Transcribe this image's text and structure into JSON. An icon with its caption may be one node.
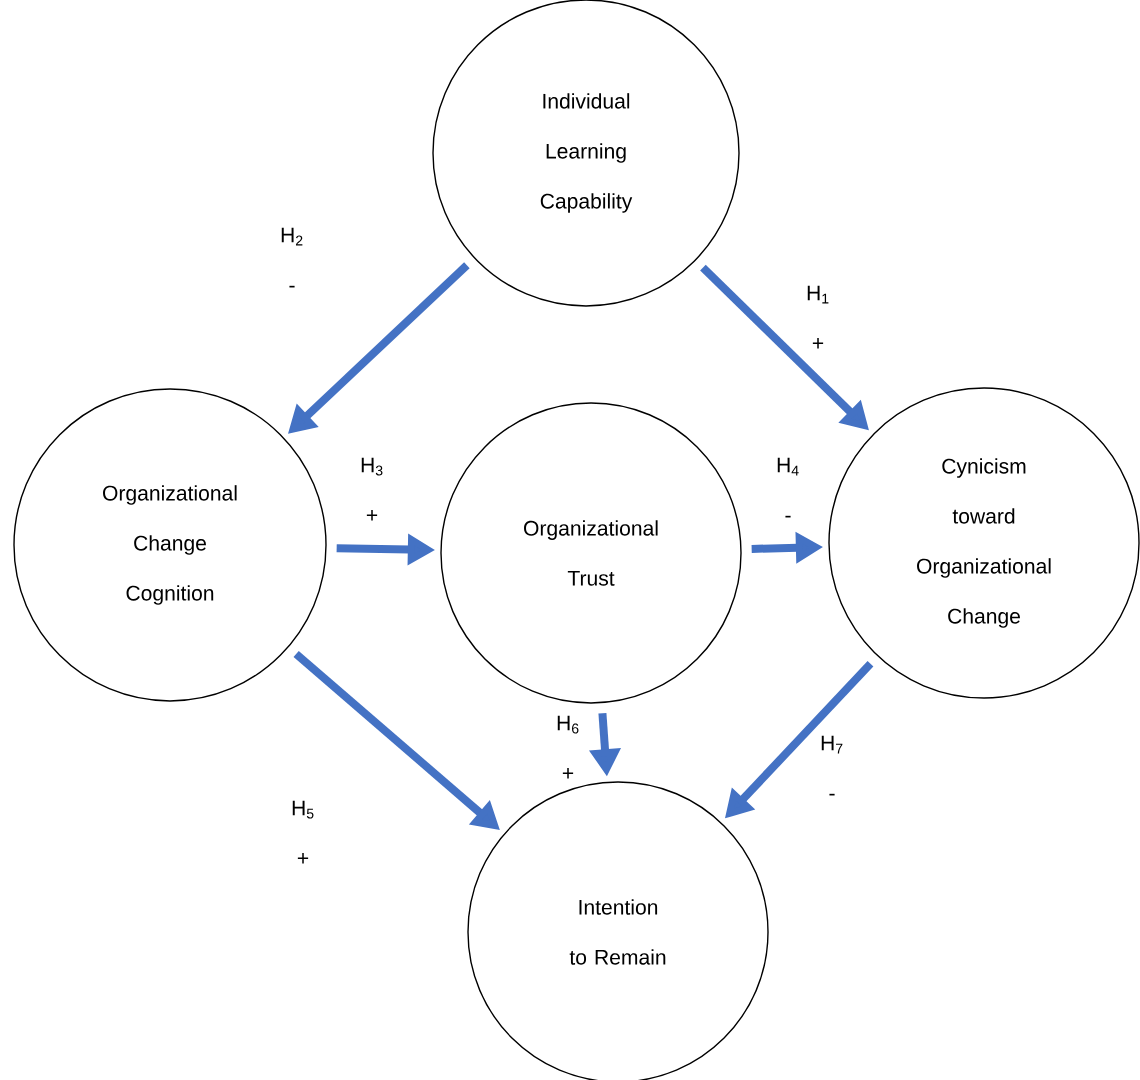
{
  "diagram": {
    "nodes": [
      {
        "text": [
          "Individual Learning Capability"
        ]
      },
      {
        "text": [
          "Organizational Change Cognition"
        ]
      },
      {
        "text": [
          "Organizational Trust"
        ]
      },
      {
        "text": [
          "Cynicism toward Organizational Change"
        ]
      },
      {
        "text": [
          "Intention to Remain"
        ]
      }
    ],
    "edges": [
      {
        "from": 0,
        "to": 3,
        "arrow": "to",
        "label": "H$_{1}$ +"
      },
      {
        "from": 0,
        "to": 1,
        "arrow": "to",
        "label": "H$_{2}$ -"
      },
      {
        "from": 1,
        "to": 2,
        "arrow": "to",
        "label": "H$_{3}$ +"
      },
      {
        "from": 2,
        "to": 3,
        "arrow": "to",
        "label": "H$_{4}$ -"
      },
      {
        "from": 1,
        "to": 4,
        "arrow": "to",
        "label": "H$_{5}$ +"
      },
      {
        "from": 2,
        "to": 4,
        "arrow": "to",
        "label": "H$_{6}$ +"
      },
      {
        "from": 3,
        "to": 4,
        "arrow": "to",
        "label": "H$_{7}$ -"
      }
    ]
  }
}
